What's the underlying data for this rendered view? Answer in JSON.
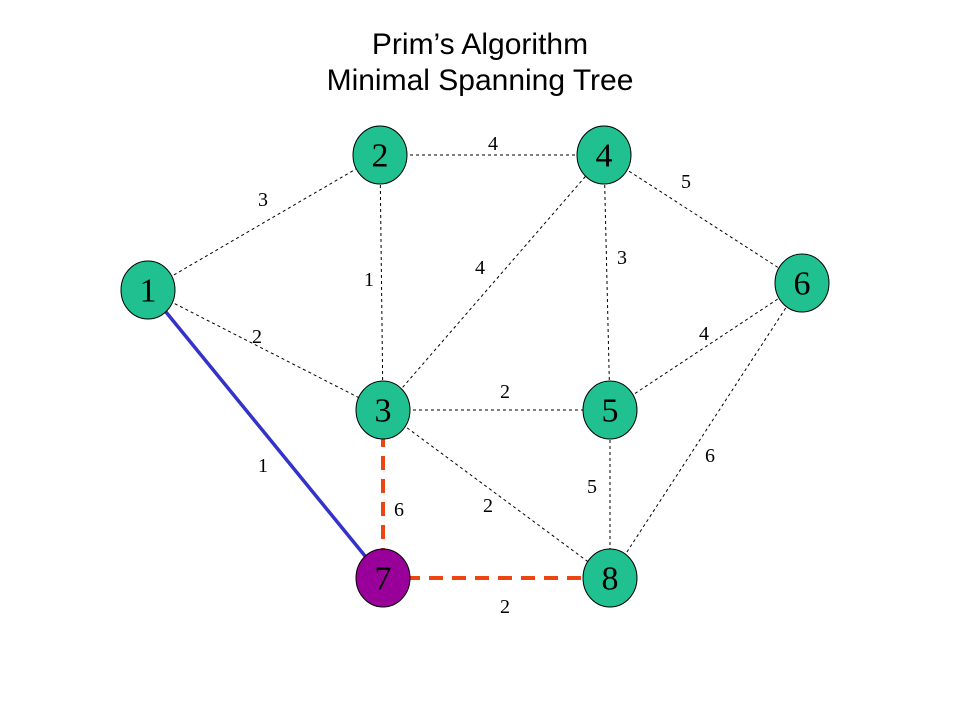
{
  "title": {
    "line1": "Prim’s Algorithm",
    "line2": "Minimal Spanning Tree"
  },
  "colors": {
    "node_default": "#20c090",
    "node_current": "#990099",
    "edge_default": "#000000",
    "edge_tree": "#3333cc",
    "edge_candidate": "#ee4411"
  },
  "nodes": [
    {
      "id": "1",
      "label": "1",
      "status": "default"
    },
    {
      "id": "2",
      "label": "2",
      "status": "default"
    },
    {
      "id": "3",
      "label": "3",
      "status": "default"
    },
    {
      "id": "4",
      "label": "4",
      "status": "default"
    },
    {
      "id": "5",
      "label": "5",
      "status": "default"
    },
    {
      "id": "6",
      "label": "6",
      "status": "default"
    },
    {
      "id": "7",
      "label": "7",
      "status": "current"
    },
    {
      "id": "8",
      "label": "8",
      "status": "default"
    }
  ],
  "edges": [
    {
      "from": "1",
      "to": "2",
      "weight": "3",
      "status": "default"
    },
    {
      "from": "1",
      "to": "3",
      "weight": "2",
      "status": "default"
    },
    {
      "from": "1",
      "to": "7",
      "weight": "1",
      "status": "tree"
    },
    {
      "from": "2",
      "to": "4",
      "weight": "4",
      "status": "default"
    },
    {
      "from": "2",
      "to": "3",
      "weight": "1",
      "status": "default"
    },
    {
      "from": "3",
      "to": "4",
      "weight": "4",
      "status": "default"
    },
    {
      "from": "3",
      "to": "5",
      "weight": "2",
      "status": "default"
    },
    {
      "from": "3",
      "to": "8",
      "weight": "2",
      "status": "default"
    },
    {
      "from": "3",
      "to": "7",
      "weight": "6",
      "status": "candidate"
    },
    {
      "from": "4",
      "to": "5",
      "weight": "3",
      "status": "default"
    },
    {
      "from": "4",
      "to": "6",
      "weight": "5",
      "status": "default"
    },
    {
      "from": "5",
      "to": "6",
      "weight": "4",
      "status": "default"
    },
    {
      "from": "5",
      "to": "8",
      "weight": "5",
      "status": "default"
    },
    {
      "from": "6",
      "to": "8",
      "weight": "6",
      "status": "default"
    },
    {
      "from": "7",
      "to": "8",
      "weight": "2",
      "status": "candidate"
    }
  ]
}
